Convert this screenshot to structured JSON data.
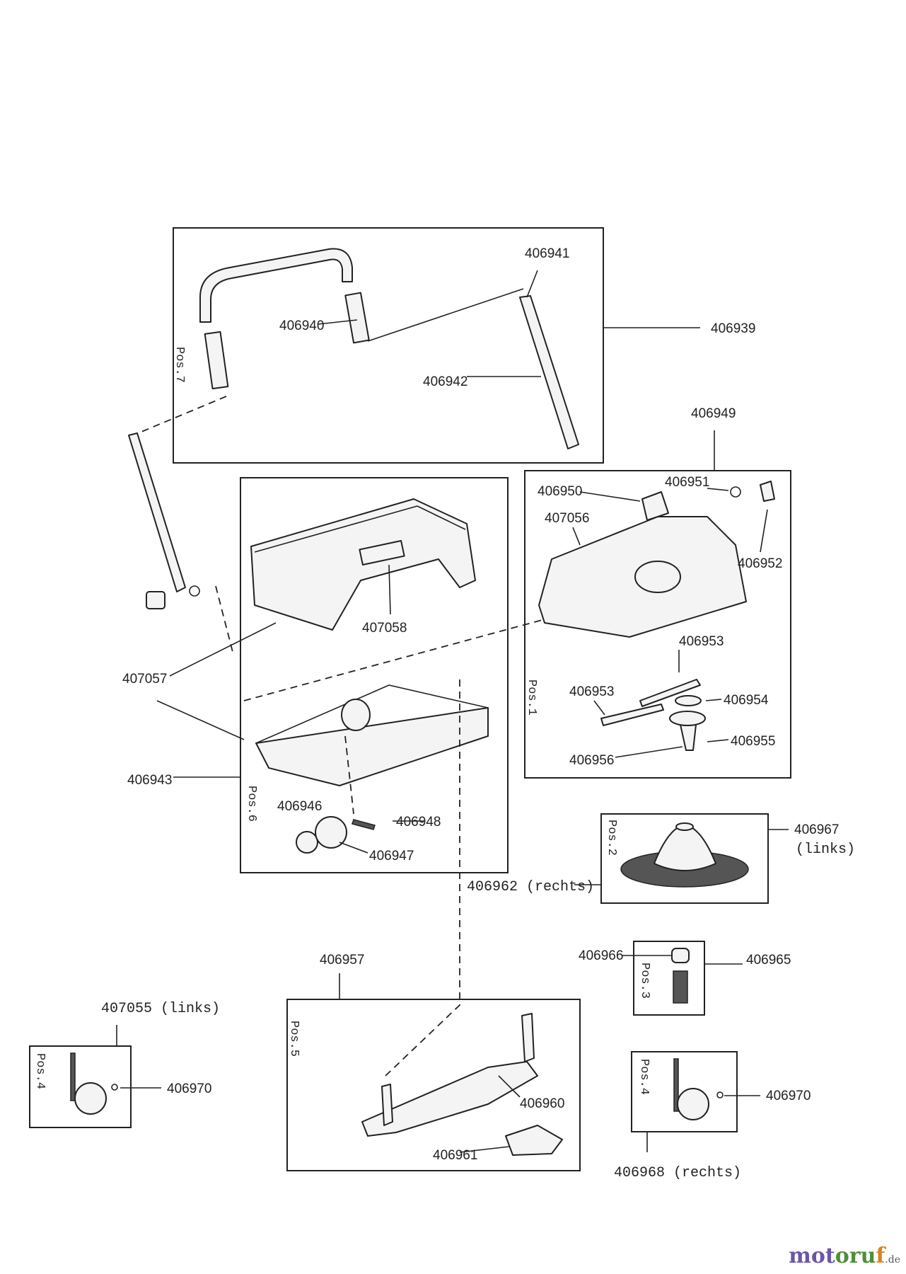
{
  "labels": {
    "p406941": "406941",
    "p406940": "406940",
    "p406939": "406939",
    "p406942": "406942",
    "p406949": "406949",
    "p406951": "406951",
    "p406950": "406950",
    "p407056": "407056",
    "p406952": "406952",
    "p407058": "407058",
    "p406953a": "406953",
    "p406953b": "406953",
    "p406954": "406954",
    "p406955": "406955",
    "p406956": "406956",
    "p407057": "407057",
    "p406943": "406943",
    "p406946": "406946",
    "p406948": "406948",
    "p406947": "406947",
    "p406967": "406967",
    "p406967_side": "(links)",
    "p406962": "406962 (rechts)",
    "p406966": "406966",
    "p406965": "406965",
    "p406957": "406957",
    "p407055": "407055 (links)",
    "p406970a": "406970",
    "p406970b": "406970",
    "p406960": "406960",
    "p406961": "406961",
    "p406968": "406968 (rechts)"
  },
  "positions": {
    "pos7": "Pos.7",
    "pos6": "Pos.6",
    "pos1": "Pos.1",
    "pos2": "Pos.2",
    "pos3": "Pos.3",
    "pos5": "Pos.5",
    "pos4a": "Pos.4",
    "pos4b": "Pos.4"
  },
  "watermark": {
    "part1": "mot",
    "part2": "oru",
    "part3": "f",
    "domain": ".de"
  }
}
